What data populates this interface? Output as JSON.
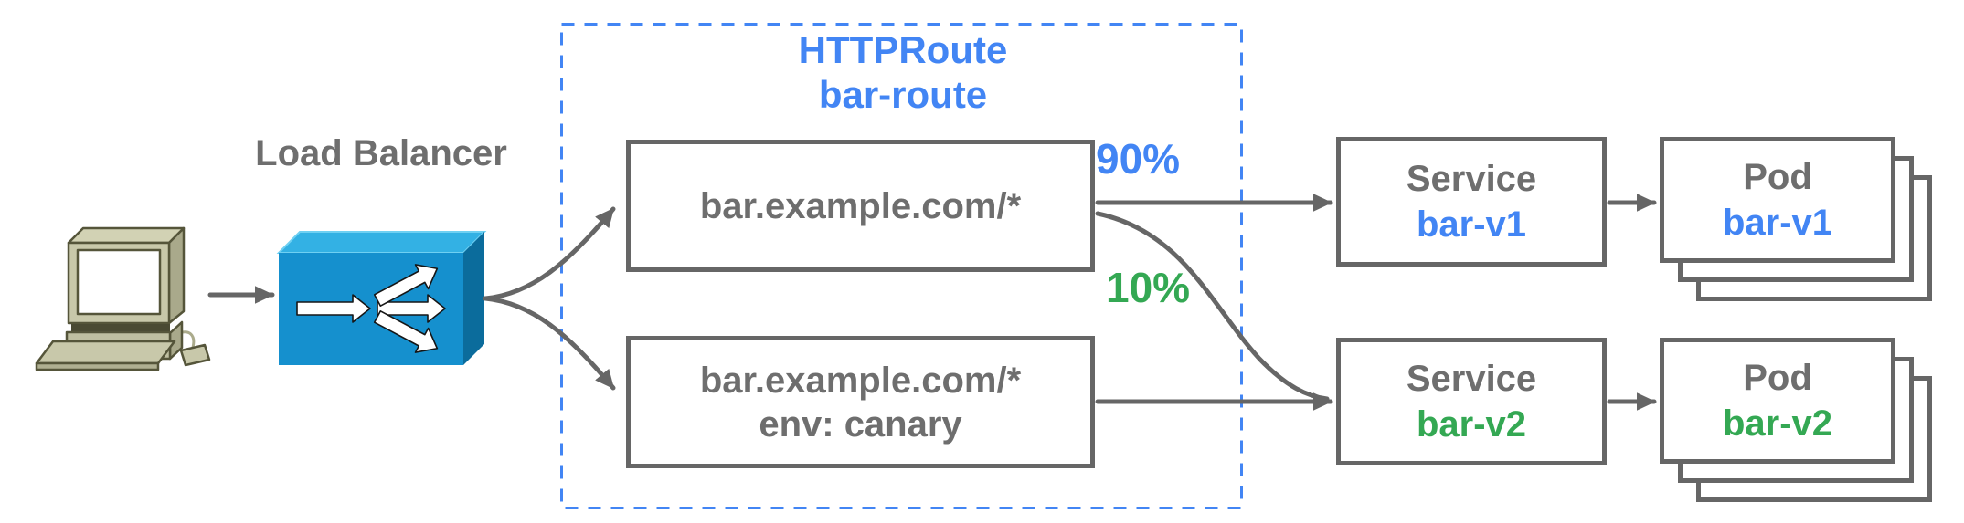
{
  "diagram": {
    "client": {
      "icon": "computer-icon"
    },
    "load_balancer": {
      "label": "Load Balancer",
      "icon": "load-balancer-icon"
    },
    "route_group": {
      "kind": "HTTPRoute",
      "name": "bar-route",
      "rules": [
        {
          "match": "bar.example.com/*"
        },
        {
          "match": "bar.example.com/*",
          "header_match": "env: canary"
        }
      ]
    },
    "edges": {
      "weight_v1": "90%",
      "weight_v2": "10%"
    },
    "services": [
      {
        "kind": "Service",
        "name": "bar-v1"
      },
      {
        "kind": "Service",
        "name": "bar-v2"
      }
    ],
    "pods": [
      {
        "kind": "Pod",
        "name": "bar-v1"
      },
      {
        "kind": "Pod",
        "name": "bar-v2"
      }
    ],
    "colors": {
      "accent_blue": "#4285F4",
      "accent_green": "#34A853",
      "line_gray": "#666666",
      "text_gray": "#6E6E6E",
      "lb_front": "#1590CE",
      "lb_top": "#33B1E4",
      "lb_side": "#0B6C9C",
      "computer_beige": "#C8C8AA"
    }
  }
}
